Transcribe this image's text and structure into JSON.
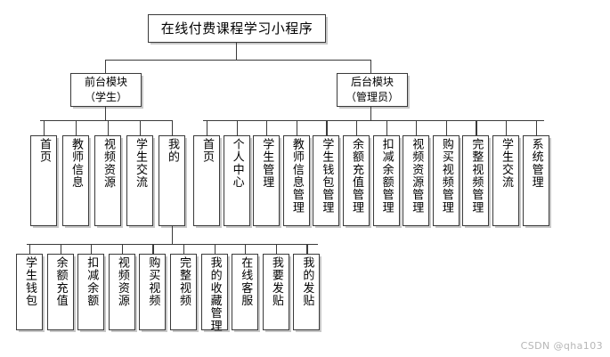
{
  "diagram": {
    "type": "tree",
    "title": "在线付费课程学习小程序",
    "watermark": "CSDN @qha103",
    "colors": {
      "border": "#3a3a3a",
      "shadow": "#c8c8c8",
      "background": "#ffffff",
      "text": "#000000",
      "watermark": "#b6b6b6"
    },
    "modules": {
      "frontend": {
        "line1": "前台模块",
        "line2": "（学生）"
      },
      "backend": {
        "line1": "后台模块",
        "line2": "（管理员）"
      }
    },
    "frontend_items": [
      {
        "label": "首页"
      },
      {
        "label": "教师信息"
      },
      {
        "label": "视频资源"
      },
      {
        "label": "学生交流"
      },
      {
        "label": "我的"
      }
    ],
    "backend_items": [
      {
        "label": "首页"
      },
      {
        "label": "个人中心"
      },
      {
        "label": "学生管理"
      },
      {
        "label": "教师信息管理"
      },
      {
        "label": "学生钱包管理"
      },
      {
        "label": "余额充值管理"
      },
      {
        "label": "扣减余额管理"
      },
      {
        "label": "视频资源管理"
      },
      {
        "label": "购买视频管理"
      },
      {
        "label": "完整视频管理"
      },
      {
        "label": "学生交流"
      },
      {
        "label": "系统管理"
      }
    ],
    "mine_items": [
      {
        "label": "学生钱包"
      },
      {
        "label": "余额充值"
      },
      {
        "label": "扣减余额"
      },
      {
        "label": "视频资源"
      },
      {
        "label": "购买视频"
      },
      {
        "label": "完整视频"
      },
      {
        "label": "我的收藏管理"
      },
      {
        "label": "在线客服"
      },
      {
        "label": "我要发贴"
      },
      {
        "label": "我的发贴"
      }
    ]
  }
}
